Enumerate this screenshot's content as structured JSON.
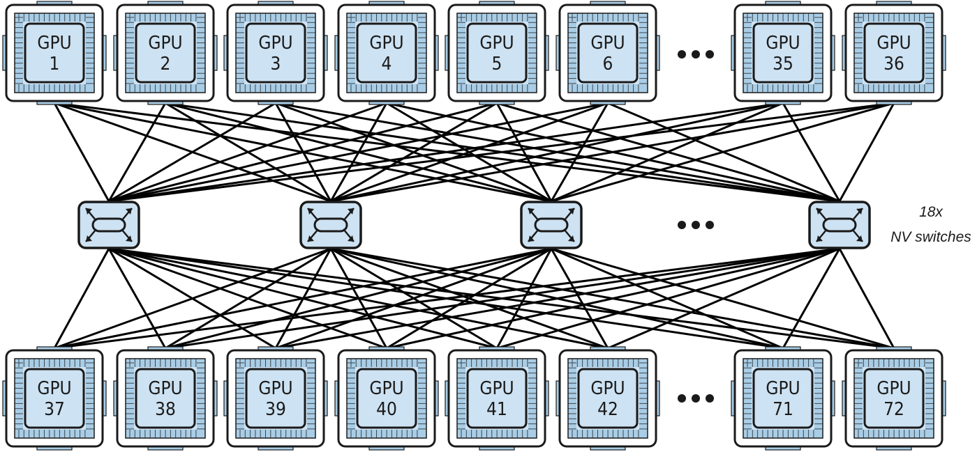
{
  "gpu_prefix": "GPU",
  "top_gpus": [
    "1",
    "2",
    "3",
    "4",
    "5",
    "6",
    "35",
    "36"
  ],
  "bottom_gpus": [
    "37",
    "38",
    "39",
    "40",
    "41",
    "42",
    "71",
    "72"
  ],
  "switch_note": {
    "line1": "18x",
    "line2": "NV switches"
  },
  "colors": {
    "chip_fill": "#cde2f2",
    "pad_fill": "#a9cde6",
    "switch_fill": "#cde2f2",
    "stroke": "#1a1a1a",
    "link": "#000000"
  },
  "icons": {
    "ellipsis": "ellipsis-icon",
    "switch": "nvswitch-icon"
  }
}
